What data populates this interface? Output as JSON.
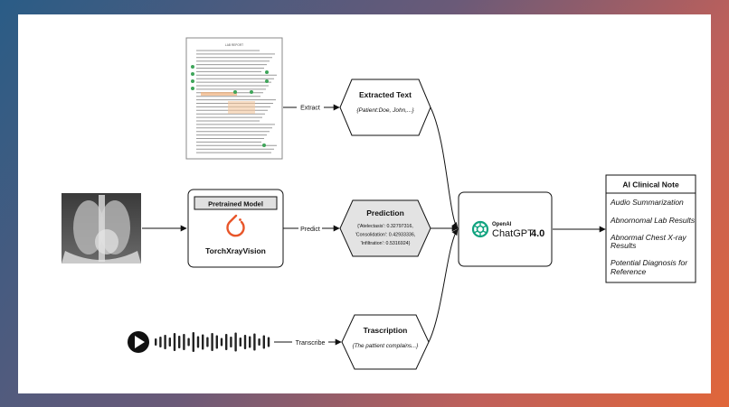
{
  "nodes": {
    "extracted_text": {
      "title": "Extracted Text",
      "body": "{Patient:Doe, John,...}"
    },
    "prediction": {
      "title": "Prediction",
      "lines": [
        "{'Atelectasis': 0.32797316,",
        "'Consolidation': 0.42933336,",
        "'Infiltration': 0.5316924}"
      ]
    },
    "transcription": {
      "title": "Trascription",
      "body": "{The pattient complains...}"
    },
    "model": {
      "header": "Pretrained Model",
      "name": "TorchXrayVision"
    },
    "chatgpt": {
      "brand": "OpenAI",
      "product": "ChatGPT",
      "version": "4.0"
    },
    "clinical_note": {
      "title": "AI Clinical Note",
      "items": [
        "Audio Summarization",
        "Abnornomal Lab Results",
        "Abnormal Chest X-ray",
        "Results",
        "Potential Diagnosis for",
        "Reference"
      ]
    }
  },
  "edges": {
    "extract": "Extract",
    "predict": "Predict",
    "transcribe": "Transcribe"
  },
  "document": {
    "heading": "LAB REPORT"
  },
  "colors": {
    "accent_orange": "#e8562a",
    "openai_green": "#10a37f",
    "hex_gray": "#e3e3e3"
  }
}
